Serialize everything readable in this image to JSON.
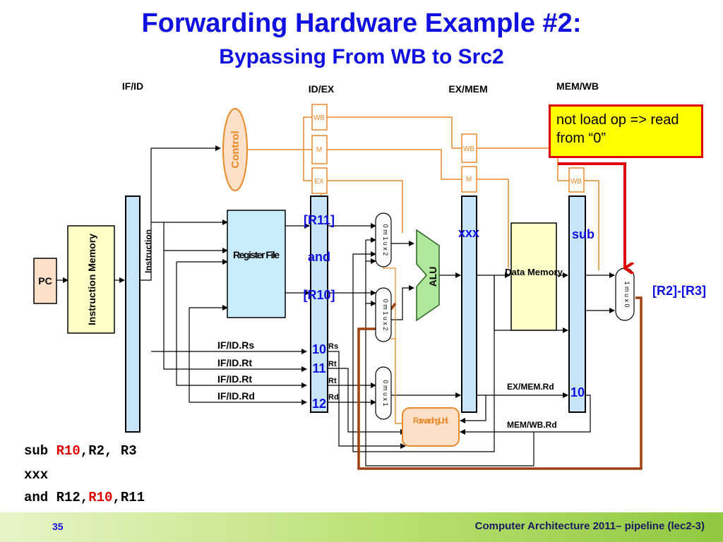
{
  "title": "Forwarding Hardware Example #2:",
  "subtitle": "Bypassing From WB to Src2",
  "colors": {
    "title": "#1010e0",
    "orange": "#e8892a",
    "brown": "#a0400e",
    "red": "#e00000",
    "pipeline_blue": "#c8e4f8",
    "green": "#aee89a",
    "note_bg": "#ffff00"
  },
  "stage_labels": {
    "if_id": "IF/ID",
    "id_ex": "ID/EX",
    "ex_mem": "EX/MEM",
    "mem_wb": "MEM/WB"
  },
  "blocks": {
    "pc": "PC",
    "instruction_memory": "Instruction Memory",
    "instruction": "Instruction",
    "control": "Control",
    "register_file": "Register File",
    "alu": "ALU",
    "data_memory": "Data Memory",
    "forwarding_unit": "Forwarding Unit"
  },
  "control_fields": {
    "wb": "WB",
    "m": "M",
    "ex": "EX"
  },
  "mux": {
    "top": "0 m 1 u x 2",
    "bottom": "0 m u x 1",
    "wb": "1 m u x 0"
  },
  "values": {
    "r11": "[R11]",
    "and": "and",
    "r10": "[R10]",
    "xxx": "xxx",
    "sub": "sub",
    "result": "[R2]-[R3]"
  },
  "field_labels": {
    "rs": "IF/ID.Rs",
    "rt1": "IF/ID.Rt",
    "rt2": "IF/ID.Rt",
    "rd": "IF/ID.Rd"
  },
  "reg_numbers": {
    "rs": "10",
    "rt": "11",
    "rd": "12",
    "mem_wb_rd": "10"
  },
  "reg_tags": {
    "rs": "Rs",
    "rt1": "Rt",
    "rt2": "Rt",
    "rd": "Rd"
  },
  "signal_labels": {
    "ex_mem_rd": "EX/MEM.Rd",
    "mem_wb_rd": "MEM/WB.Rd"
  },
  "note": "not load op => read from “0”",
  "code": {
    "line1_pre": "sub ",
    "line1_red": "R10",
    "line1_post": ",R2, R3",
    "line2": "xxx",
    "line3_pre": "and R12,",
    "line3_red": "R10",
    "line3_post": ",R11"
  },
  "footer": {
    "page": "35",
    "course": "Computer Architecture 2011– pipeline (lec2-3)"
  }
}
